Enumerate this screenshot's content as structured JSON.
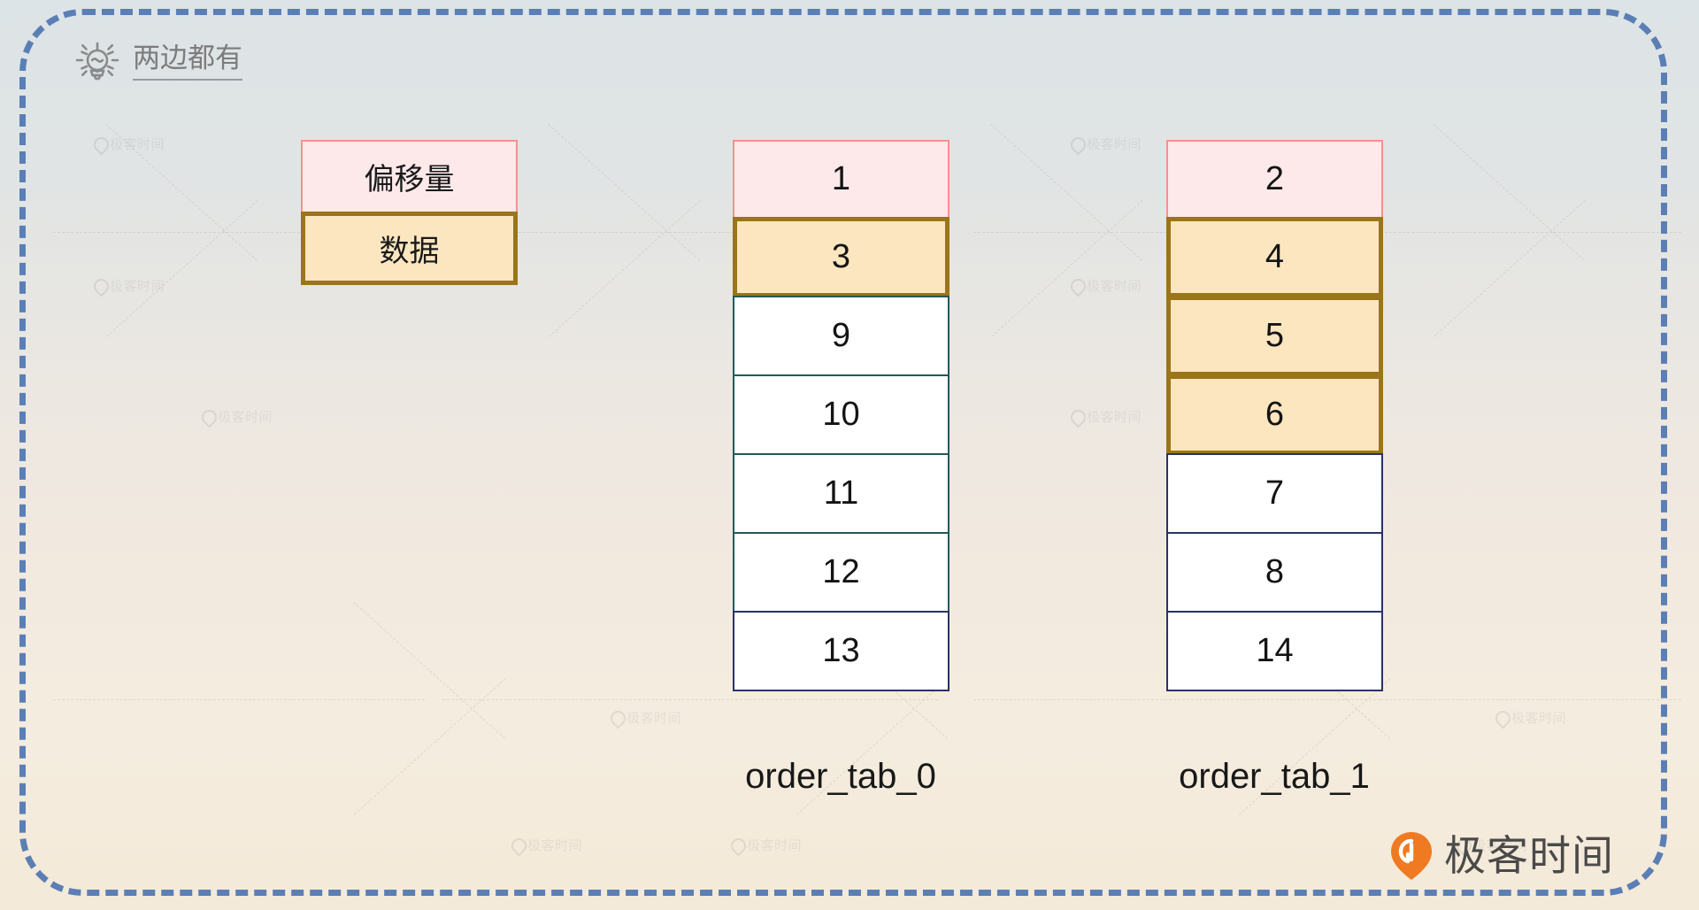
{
  "tip": {
    "icon": "lightbulb-icon",
    "text": "两边都有"
  },
  "legend": {
    "offset_label": "偏移量",
    "data_label": "数据"
  },
  "tables": [
    {
      "name": "order_tab_0",
      "label": "order_tab_0",
      "cells": [
        {
          "value": "1",
          "kind": "offset"
        },
        {
          "value": "3",
          "kind": "data"
        },
        {
          "value": "9",
          "kind": "plain-teal"
        },
        {
          "value": "10",
          "kind": "plain-teal"
        },
        {
          "value": "11",
          "kind": "plain-teal"
        },
        {
          "value": "12",
          "kind": "plain-teal"
        },
        {
          "value": "13",
          "kind": "plain-navy"
        }
      ]
    },
    {
      "name": "order_tab_1",
      "label": "order_tab_1",
      "cells": [
        {
          "value": "2",
          "kind": "offset"
        },
        {
          "value": "4",
          "kind": "data"
        },
        {
          "value": "5",
          "kind": "data"
        },
        {
          "value": "6",
          "kind": "data"
        },
        {
          "value": "7",
          "kind": "plain-navy"
        },
        {
          "value": "8",
          "kind": "plain-navy"
        },
        {
          "value": "14",
          "kind": "plain-navy"
        }
      ]
    }
  ],
  "brand": {
    "name": "极客时间",
    "icon": "geektime-pin-icon"
  },
  "watermark": {
    "text": "极客时间"
  },
  "colors": {
    "frame_dashed": "#5b7fb5",
    "offset_fill": "#fde9ea",
    "offset_border": "#f98f8f",
    "data_fill": "#fce6c0",
    "data_border": "#9a7519",
    "plain_fill": "#ffffff",
    "plain_border_teal": "#23595a",
    "plain_border_navy": "#2a3266",
    "brand_orange": "#ef7a22",
    "tip_text": "#7c7c7c"
  }
}
